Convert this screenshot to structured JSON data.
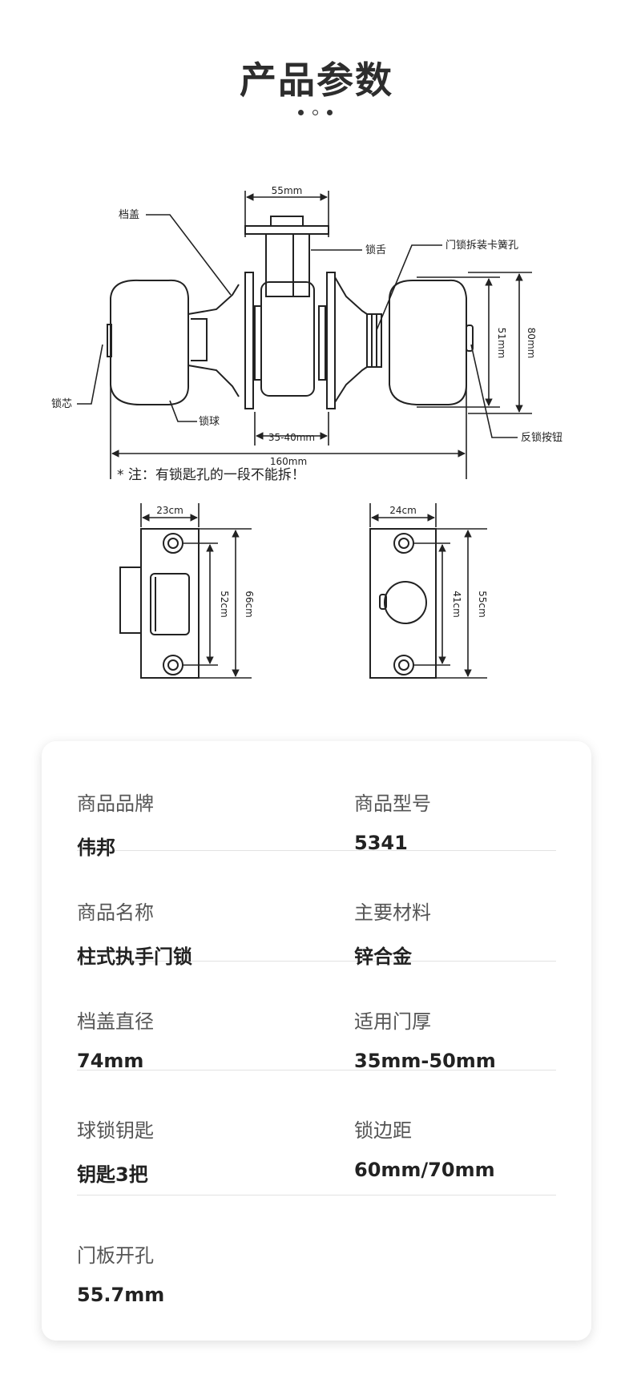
{
  "header": {
    "title": "产品参数"
  },
  "diagram": {
    "labels": {
      "cap": "档盖",
      "core": "锁芯",
      "ball": "锁球",
      "latch": "锁舌",
      "release_hole": "门锁拆装卡簧孔",
      "lock_button": "反锁按钮"
    },
    "dimensions": {
      "latch_width": "55mm",
      "door_thickness": "35-40mm",
      "total_length": "160mm",
      "knob_inner": "51mm",
      "knob_outer": "80mm",
      "plate1_width": "23cm",
      "plate1_inner": "52cm",
      "plate1_outer": "66cm",
      "plate2_width": "24cm",
      "plate2_inner": "41cm",
      "plate2_outer": "55cm"
    },
    "note": "* 注：有锁匙孔的一段不能拆！"
  },
  "specs": [
    {
      "label": "商品品牌",
      "value": "伟邦"
    },
    {
      "label": "商品型号",
      "value": "5341"
    },
    {
      "label": "商品名称",
      "value": "柱式执手门锁"
    },
    {
      "label": "主要材料",
      "value": "锌合金"
    },
    {
      "label": "档盖直径",
      "value": "74mm"
    },
    {
      "label": "适用门厚",
      "value": "35mm-50mm"
    },
    {
      "label": "球锁钥匙",
      "value": "钥匙3把"
    },
    {
      "label": "锁边距",
      "value": "60mm/70mm"
    },
    {
      "label": "门板开孔",
      "value": "55.7mm"
    }
  ]
}
